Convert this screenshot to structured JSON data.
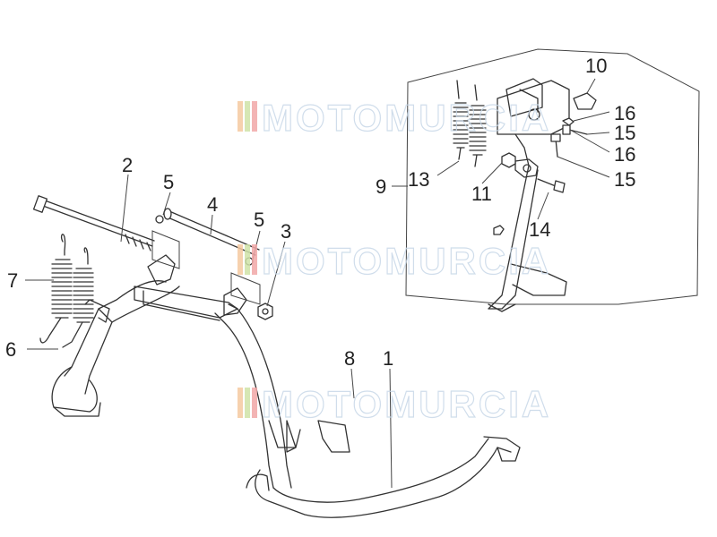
{
  "diagram": {
    "callouts": {
      "c1": "1",
      "c2": "2",
      "c3": "3",
      "c4": "4",
      "c5a": "5",
      "c5b": "5",
      "c6": "6",
      "c7": "7",
      "c8": "8",
      "c9": "9",
      "c10": "10",
      "c11": "11",
      "c13": "13",
      "c14": "14",
      "c15a": "15",
      "c15b": "15",
      "c16a": "16",
      "c16b": "16"
    },
    "watermark": {
      "text": "MOTOMURCIA",
      "colors": [
        "#f5c9a0",
        "#cfe3a8",
        "#f2a8a8"
      ],
      "outline": "#c8d8e8"
    }
  }
}
